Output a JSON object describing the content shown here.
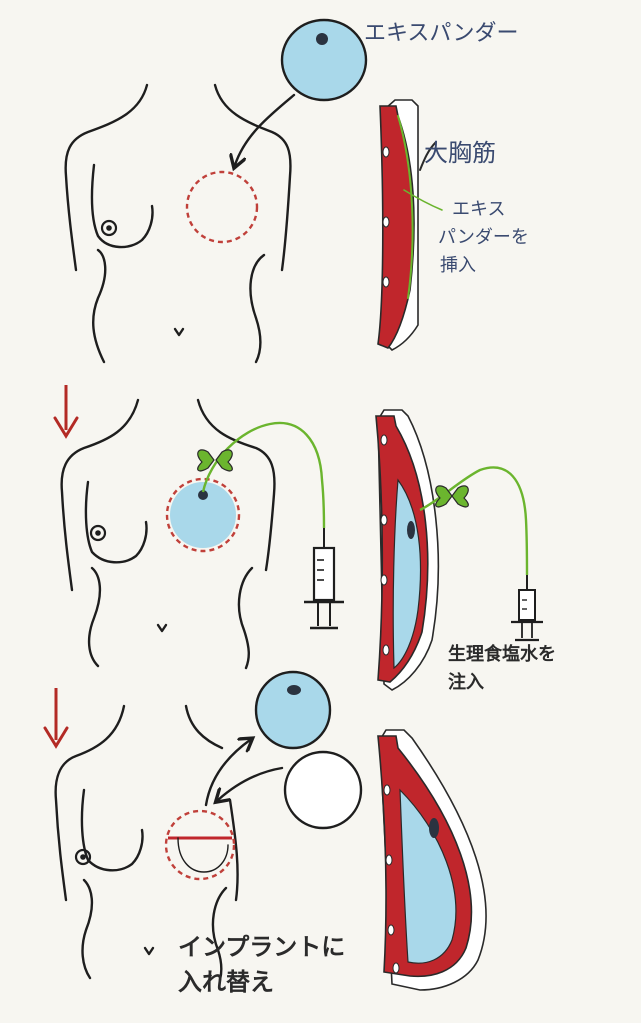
{
  "labels": {
    "expander": "エキスパンダー",
    "pectoralis": "大胸筋",
    "insert_line1": "エキス",
    "insert_line2": "パンダーを",
    "insert_line3": "挿入",
    "saline_line1": "生理食塩水を",
    "saline_line2": "注入",
    "replace_line1": "インプラントに",
    "replace_line2": "入れ替え"
  },
  "colors": {
    "muscle": "#c0262c",
    "expander_fill": "#a9d8ea",
    "tube": "#6bb52e",
    "arrow_red": "#b32a25",
    "dashed_outline": "#c0403a",
    "ink": "#1e1e1e"
  }
}
